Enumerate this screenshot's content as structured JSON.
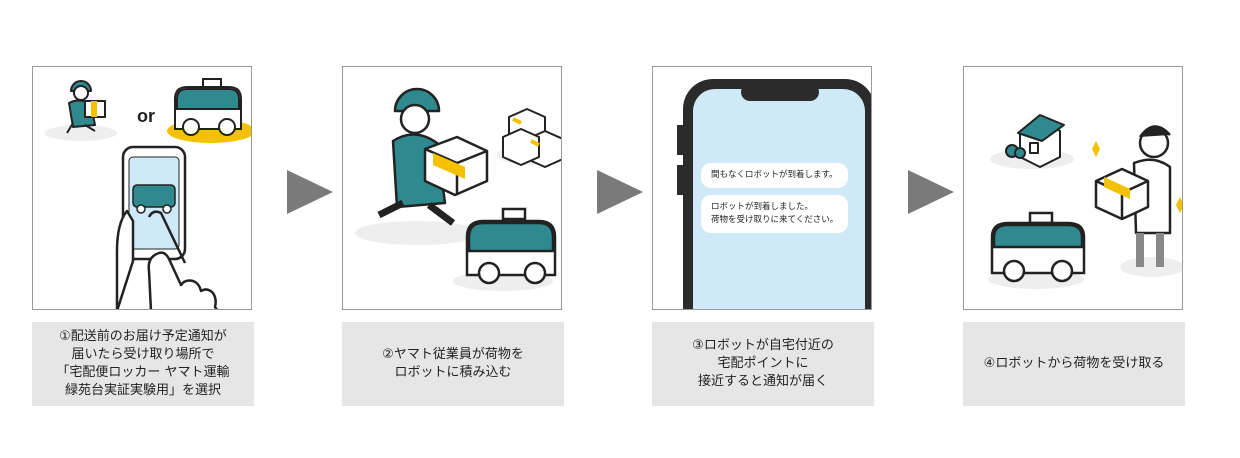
{
  "panel1": {
    "or_label": "or"
  },
  "panel3": {
    "bubble1": "間もなくロボットが到着します。",
    "bubble2_line1": "ロボットが到着しました。",
    "bubble2_line2": "荷物を受け取りに来てください。"
  },
  "captions": [
    {
      "lines": [
        "①配送前のお届け予定通知が",
        "届いたら受け取り場所で",
        "「宅配便ロッカー ヤマト運輸",
        "緑苑台実証実験用」を選択"
      ]
    },
    {
      "lines": [
        "②ヤマト従業員が荷物を",
        "ロボットに積み込む"
      ]
    },
    {
      "lines": [
        "③ロボットが自宅付近の",
        "宅配ポイントに",
        "接近すると通知が届く"
      ]
    },
    {
      "lines": [
        "④ロボットから荷物を受け取る"
      ]
    }
  ],
  "colors": {
    "teal": "#2e8a8e",
    "yellow": "#f3c100",
    "arrow": "#7a7a7a",
    "caption_bg": "#e6e6e6",
    "screen": "#cfe9f8"
  },
  "icons": [
    "delivery-worker-icon",
    "delivery-robot-icon",
    "smartphone-icon",
    "pointing-hand-icon",
    "boxes-icon",
    "house-icon",
    "recipient-icon"
  ]
}
